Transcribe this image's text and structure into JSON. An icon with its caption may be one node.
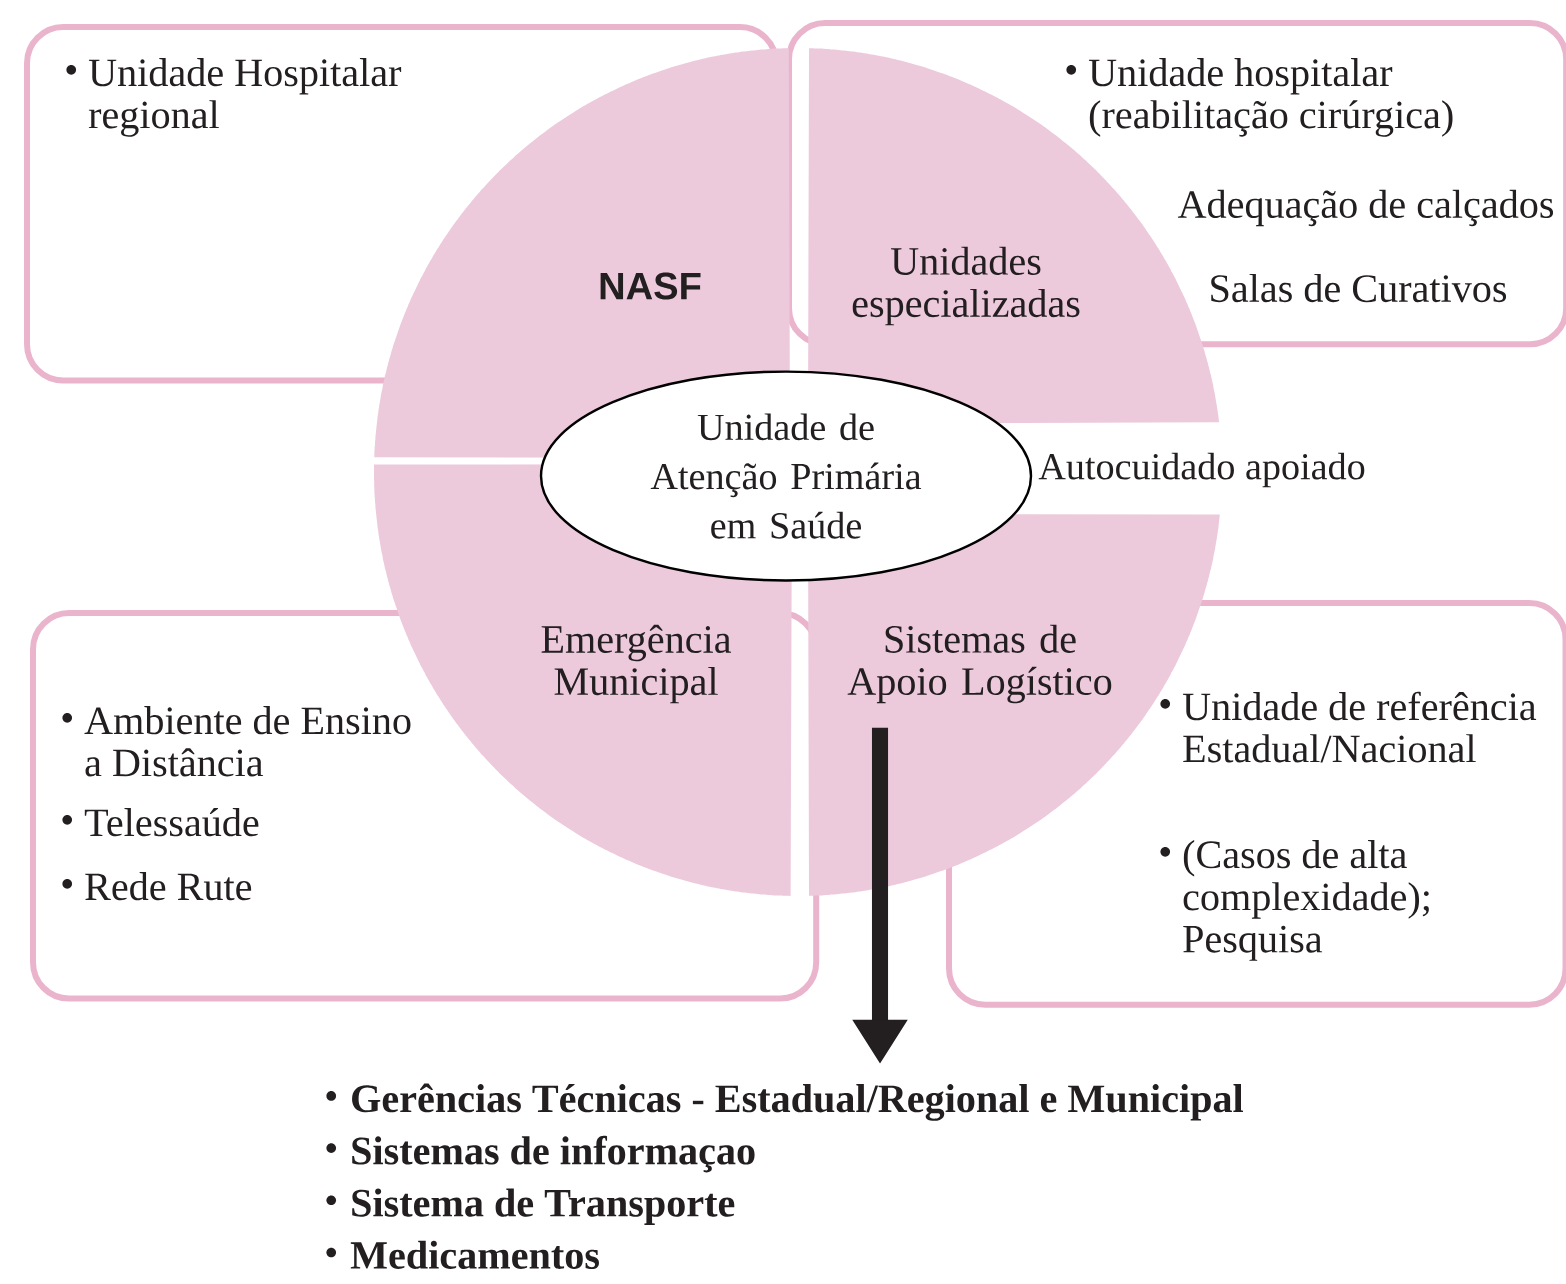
{
  "diagram": {
    "nodes": [
      {
        "text": [
          "Unidade Hospitalar regional"
        ]
      },
      {
        "text": [
          "NASF"
        ]
      },
      {
        "text": [
          "Unidade hospitalar (reabilitação cirúrgica)",
          "Adequação de calçados",
          "Salas de Curativos"
        ]
      },
      {
        "text": [
          "Unidades especializadas"
        ]
      },
      {
        "text": [
          "Unidade de Atenção Primária em Saúde"
        ]
      },
      {
        "text": [
          "Ambiente de Ensino a Distância",
          "Telessaúde",
          "Rede Rute"
        ]
      },
      {
        "text": [
          "Emergência Municipal"
        ]
      },
      {
        "text": [
          "Sistemas de Apoio Logístico"
        ]
      },
      {
        "text": [
          "Unidade de referência Estadual/Nacional",
          "(Casos de alta complexidade); Pesquisa"
        ]
      },
      {
        "text": [
          "Gerências Técnicas - Estadual/Regional e Municipal",
          "Sistemas de informaçao",
          "Sistema de Transporte",
          "Medicamentos"
        ]
      }
    ],
    "edges": [
      {
        "from": 7,
        "to": 9,
        "arrow": "to"
      }
    ],
    "labels": [
      "Autocuidado apoiado"
    ]
  }
}
